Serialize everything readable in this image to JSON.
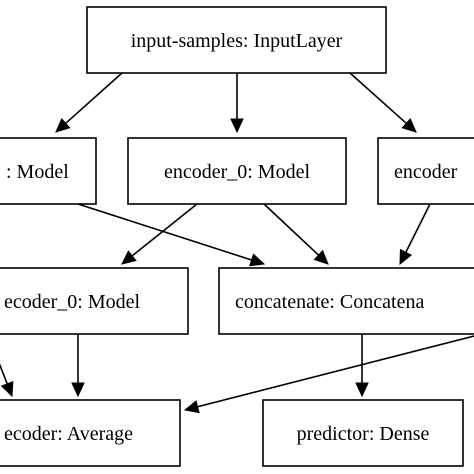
{
  "colors": {
    "stroke": "#000000",
    "fill": "#ffffff",
    "text": "#000000"
  },
  "nodes": [
    {
      "id": "input-samples",
      "label": "input-samples: InputLayer"
    },
    {
      "id": "model-left",
      "label": ": Model"
    },
    {
      "id": "encoder-0-top",
      "label": "encoder_0: Model"
    },
    {
      "id": "encoder-right",
      "label": "encoder"
    },
    {
      "id": "decoder-0-model",
      "label": "ecoder_0: Model"
    },
    {
      "id": "concatenate",
      "label": "concatenate: Concatena"
    },
    {
      "id": "decoder-average",
      "label": "ecoder: Average"
    },
    {
      "id": "predictor",
      "label": "predictor: Dense"
    }
  ],
  "edges": [
    {
      "from": "input-samples",
      "to": "model-left"
    },
    {
      "from": "input-samples",
      "to": "encoder-0-top"
    },
    {
      "from": "input-samples",
      "to": "encoder-right"
    },
    {
      "from": "model-left",
      "to": "concatenate"
    },
    {
      "from": "encoder-0-top",
      "to": "decoder-0-model"
    },
    {
      "from": "encoder-0-top",
      "to": "concatenate"
    },
    {
      "from": "encoder-right",
      "to": "concatenate"
    },
    {
      "from": "decoder-0-model",
      "to": "decoder-average"
    },
    {
      "from": "model-left",
      "to": "decoder-average"
    },
    {
      "from": "concatenate",
      "to": "predictor"
    },
    {
      "from": "concatenate",
      "to": "decoder-average"
    }
  ]
}
